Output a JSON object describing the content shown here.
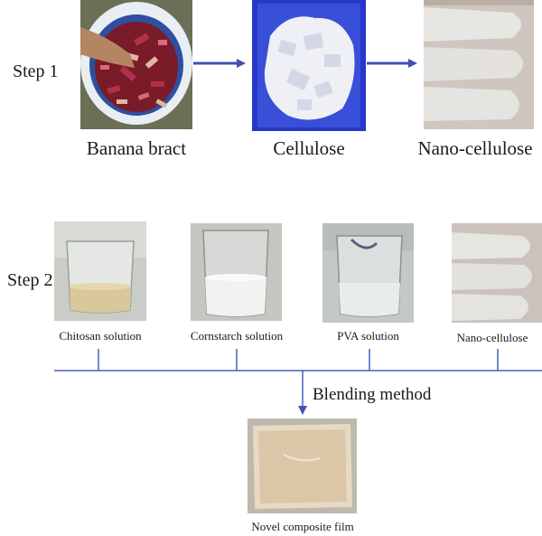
{
  "step1": {
    "label": "Step 1",
    "items": [
      {
        "caption": "Banana bract",
        "icon": "banana-bract-photo"
      },
      {
        "caption": "Cellulose",
        "icon": "cellulose-photo"
      },
      {
        "caption": "Nano-cellulose",
        "icon": "nanocellulose-tubes-photo"
      }
    ]
  },
  "step2": {
    "label": "Step 2",
    "items": [
      {
        "caption": "Chitosan solution",
        "icon": "chitosan-beaker-photo"
      },
      {
        "caption": "Cornstarch solution",
        "icon": "cornstarch-beaker-photo"
      },
      {
        "caption": "PVA solution",
        "icon": "pva-beaker-photo"
      },
      {
        "caption": "Nano-cellulose",
        "icon": "nanocellulose-tubes-photo"
      }
    ]
  },
  "blending": {
    "label": "Blending method"
  },
  "result": {
    "caption": "Novel composite film",
    "icon": "composite-film-photo"
  },
  "colors": {
    "arrow": "#3f51b5",
    "line": "#4a5fc1"
  }
}
